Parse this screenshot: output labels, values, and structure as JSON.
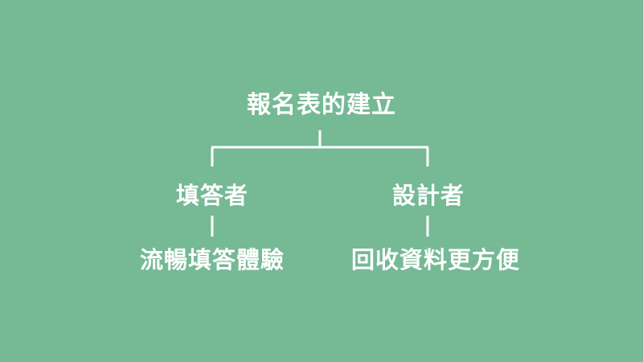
{
  "diagram": {
    "root": {
      "label": "報名表的建立"
    },
    "branches": [
      {
        "label": "填答者",
        "child": "流暢填答體驗"
      },
      {
        "label": "設計者",
        "child": "回收資料更方便"
      }
    ]
  },
  "colors": {
    "background": "#76b995",
    "line": "#ffffff",
    "text": "#ffffff"
  }
}
